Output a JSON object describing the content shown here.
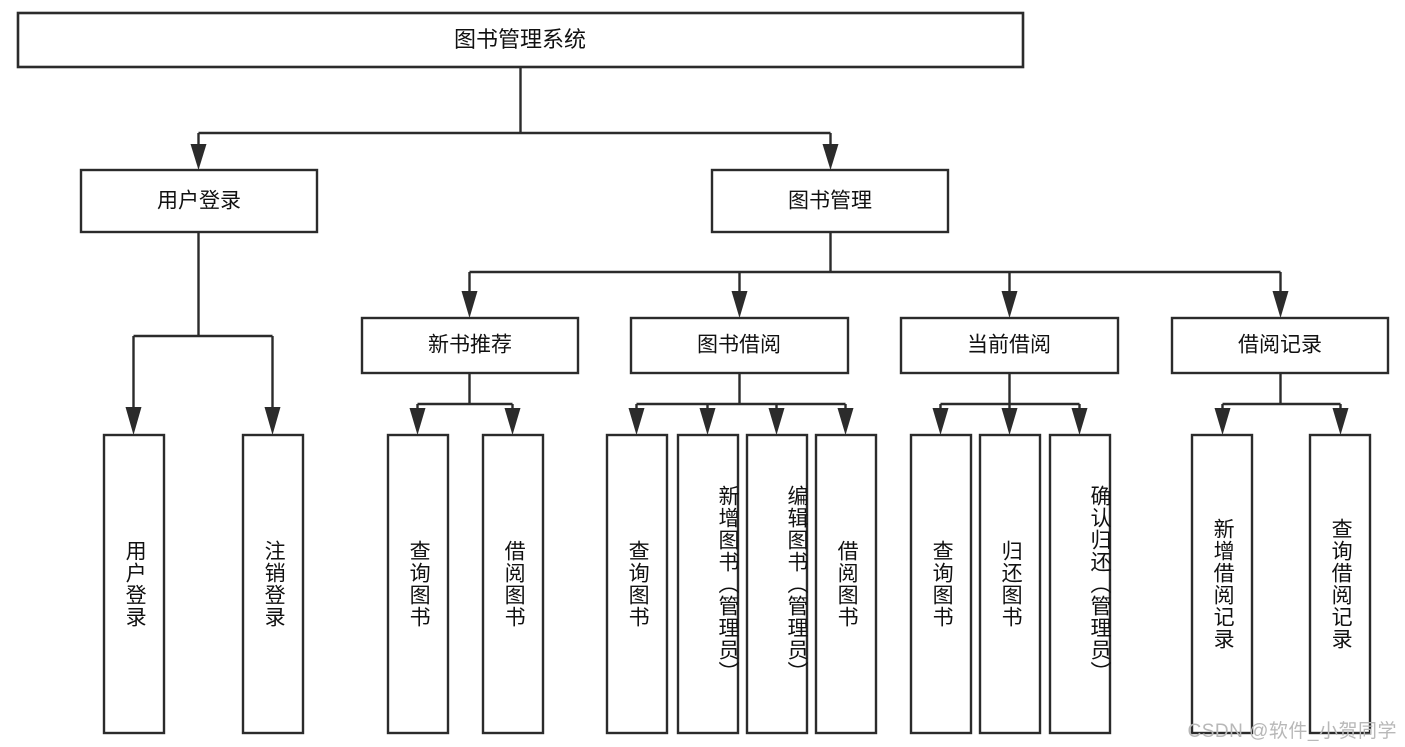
{
  "diagram": {
    "title": "图书管理系统",
    "type": "functional-hierarchy-tree",
    "watermark": "CSDN @软件_小贺同学",
    "colors": {
      "background": "#ffffff",
      "box_stroke": "#2b2b2b",
      "box_fill": "#ffffff",
      "text": "#111111",
      "watermark": "#b8b8b8"
    },
    "levels": {
      "root": {
        "label": "图书管理系统"
      },
      "level2": [
        {
          "label": "用户登录"
        },
        {
          "label": "图书管理"
        }
      ],
      "level3": [
        {
          "label": "新书推荐"
        },
        {
          "label": "图书借阅"
        },
        {
          "label": "当前借阅"
        },
        {
          "label": "借阅记录"
        }
      ],
      "leaves": {
        "user_login": [
          {
            "label": "用户登录"
          },
          {
            "label": "注销登录"
          }
        ],
        "new_book_recommend": [
          {
            "label": "查询图书"
          },
          {
            "label": "借阅图书"
          }
        ],
        "book_borrow": [
          {
            "label": "查询图书"
          },
          {
            "label": "新增图书（管理员）"
          },
          {
            "label": "编辑图书（管理员）"
          },
          {
            "label": "借阅图书"
          }
        ],
        "current_borrow": [
          {
            "label": "查询图书"
          },
          {
            "label": "归还图书"
          },
          {
            "label": "确认归还（管理员）"
          }
        ],
        "borrow_record": [
          {
            "label": "新增借阅记录"
          },
          {
            "label": "查询借阅记录"
          }
        ]
      }
    }
  }
}
